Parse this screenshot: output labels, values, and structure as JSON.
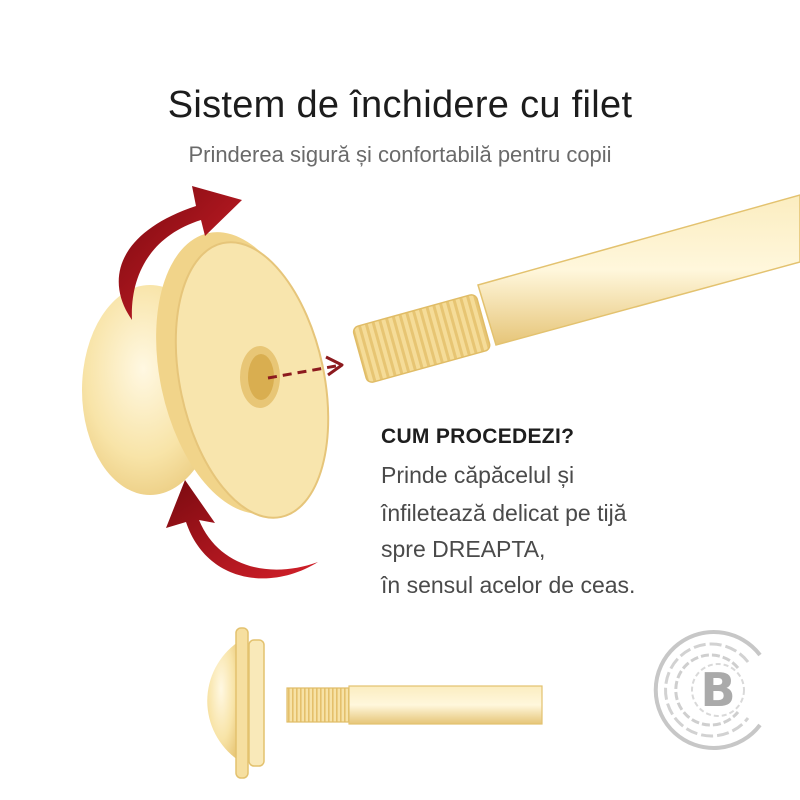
{
  "header": {
    "title": "Sistem de închidere cu filet",
    "subtitle": "Prinderea sigură și confortabilă pentru copii"
  },
  "instructions": {
    "heading": "CUM PROCEDEZI?",
    "lines": [
      "Prinde căpăcelul și",
      "înfiletează delicat pe tijă",
      "spre DREAPTA,",
      "în sensul acelor de ceas."
    ]
  },
  "colors": {
    "gold": "#f6e0a0",
    "gold_dark": "#e3c06e",
    "arrow_red": "#b5121b",
    "text_dark": "#1c1c1c",
    "text_gray": "#6a6a6a"
  },
  "logo": {
    "letter": "B"
  }
}
